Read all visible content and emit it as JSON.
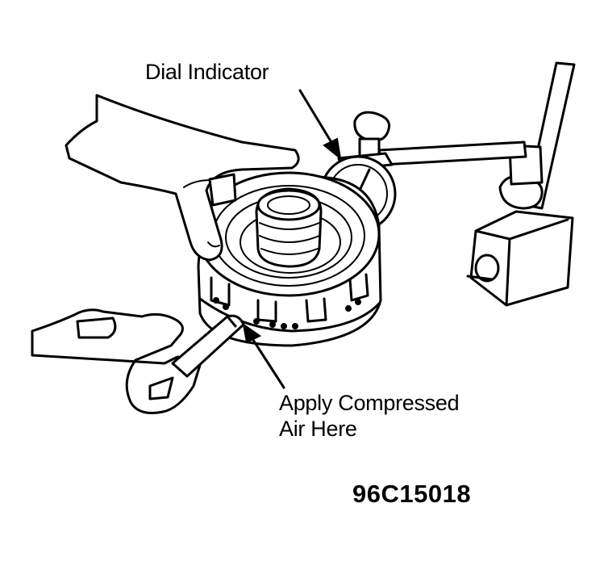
{
  "labels": {
    "dial_indicator": "Dial Indicator",
    "apply_air_line1": "Apply Compressed",
    "apply_air_line2": "Air Here",
    "figure_code": "96C15018"
  },
  "colors": {
    "ink": "#000000",
    "background": "#ffffff"
  }
}
